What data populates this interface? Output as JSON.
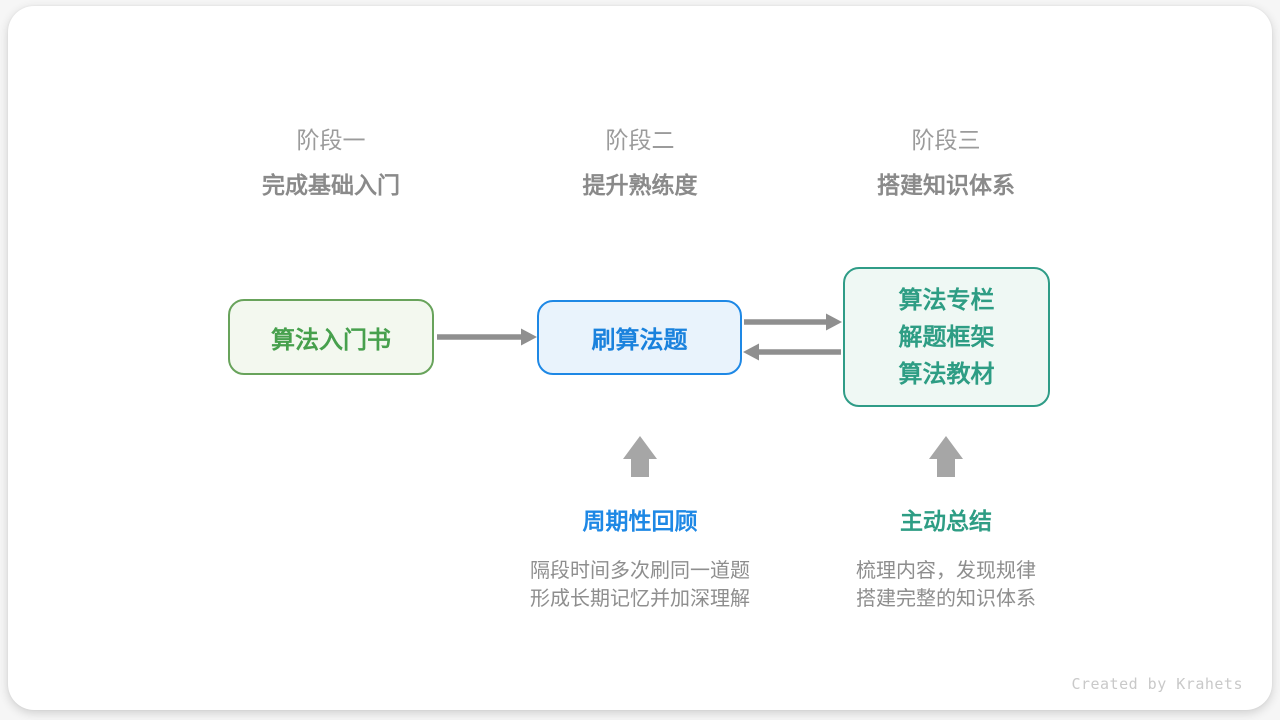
{
  "stages": [
    {
      "label": "阶段一",
      "subtitle": "完成基础入门"
    },
    {
      "label": "阶段二",
      "subtitle": "提升熟练度"
    },
    {
      "label": "阶段三",
      "subtitle": "搭建知识体系"
    }
  ],
  "nodes": [
    {
      "label": "算法入门书",
      "border_color": "#68a35b",
      "fill_color": "#f3f8ef",
      "text_color": "#47a04d"
    },
    {
      "label": "刷算法题",
      "border_color": "#1e88e5",
      "fill_color": "#e9f3fc",
      "text_color": "#1a82dd"
    },
    {
      "lines": [
        "算法专栏",
        "解题框架",
        "算法教材"
      ],
      "border_color": "#2f9c87",
      "fill_color": "#eff8f4",
      "text_color": "#2e9d84"
    }
  ],
  "annotations": [
    {
      "title": "周期性回顾",
      "title_color": "#1e88e5",
      "desc_lines": [
        "隔段时间多次刷同一道题",
        "形成长期记忆并加深理解"
      ]
    },
    {
      "title": "主动总结",
      "title_color": "#2e9d84",
      "desc_lines": [
        "梳理内容，发现规律",
        "搭建完整的知识体系"
      ]
    }
  ],
  "arrows": {
    "horizontal_color": "#8f8f8f",
    "up_color": "#a6a6a6"
  },
  "watermark": "Created by Krahets"
}
